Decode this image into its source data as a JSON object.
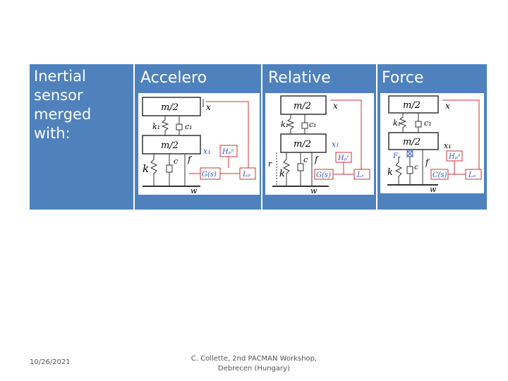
{
  "table": {
    "row_label": [
      "Inertial",
      "sensor",
      "merged",
      "with:"
    ],
    "columns": [
      {
        "title": "Accelero"
      },
      {
        "title": "Relative"
      },
      {
        "title": "Force"
      }
    ]
  },
  "diagrams": {
    "accelero": {
      "m_top": "m/2",
      "x": "x",
      "k1": "k₁",
      "c1": "c₁",
      "m_bottom": "m/2",
      "x1": "x₁",
      "Hp": "Hₚᵃ",
      "k": "k",
      "c": "c",
      "f": "f",
      "G": "G(s)",
      "Lp": "Lₚ",
      "w": "w"
    },
    "relative": {
      "m_top": "m/2",
      "x": "x",
      "k1": "k₁",
      "c1": "c₁",
      "m_bottom": "m/2",
      "x1": "x₁",
      "Hp": "Hₚʳ",
      "r": "r",
      "k": "k",
      "c": "c",
      "f": "f",
      "G": "G(s)",
      "Lr": "Lᵣ",
      "w": "w"
    },
    "force": {
      "m_top": "m/2",
      "x": "x",
      "k1": "k₁",
      "c1": "c₁",
      "m_bottom": "m/2",
      "x1": "x₁",
      "Fa": "Fₐ",
      "Hp": "Hₚᵃ",
      "k": "k",
      "c": "c",
      "f": "f",
      "G": "C(s)",
      "Lf": "Lₑ",
      "w": "w"
    }
  },
  "footer": {
    "date": "10/26/2021",
    "credit_line1": "C. Collette, 2nd PACMAN Workshop,",
    "credit_line2": "Debrecen (Hungary)"
  }
}
